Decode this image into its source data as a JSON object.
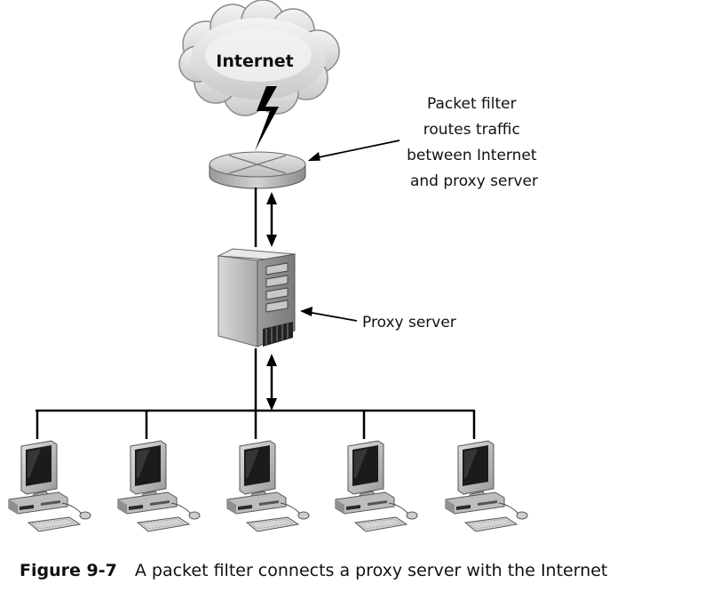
{
  "cloud": {
    "label": "Internet"
  },
  "packet_filter": {
    "label_lines": [
      "Packet filter",
      "routes traffic",
      "between Internet",
      "and proxy server"
    ]
  },
  "proxy": {
    "label": "Proxy server"
  },
  "workstations": [
    {
      "id": 1
    },
    {
      "id": 2
    },
    {
      "id": 3
    },
    {
      "id": 4
    },
    {
      "id": 5
    }
  ],
  "caption": {
    "figure": "Figure 9-7",
    "text": "A packet filter connects a proxy server with the Internet"
  }
}
